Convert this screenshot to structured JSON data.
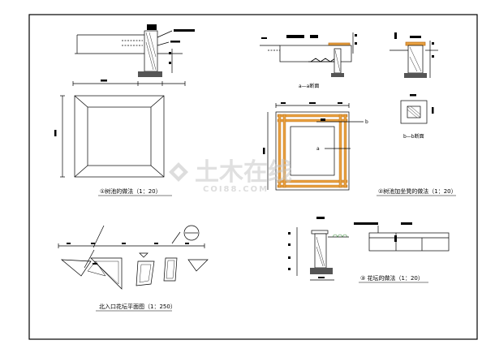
{
  "drawing": {
    "labels": {
      "detail1": "①树池的做法（1：20）",
      "detail2": "②树池加坐凳的做法（1：20）",
      "detail3": "③ 花坛的做法（1：20）",
      "plan": "北入口花坛平面图（1：250）",
      "section_aa": "a—a断面",
      "section_bb": "b—b断面",
      "mark_a": "a",
      "mark_b": "b"
    },
    "watermark": {
      "main": "土木在线",
      "sub": "COI88.COM"
    },
    "colors": {
      "line": "#000000",
      "wood": "#e8a040",
      "wood_line": "#b86a10"
    }
  }
}
